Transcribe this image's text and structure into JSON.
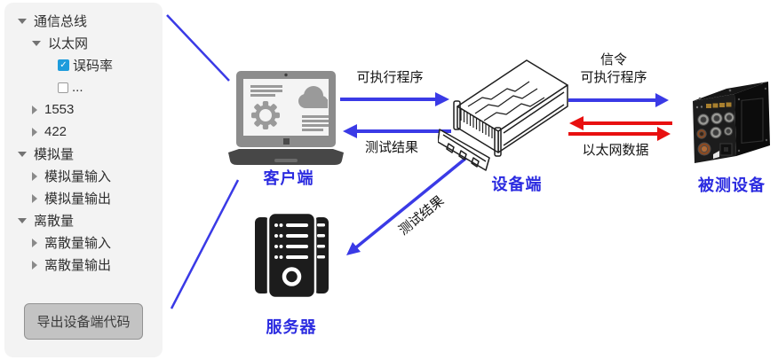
{
  "sidebar": {
    "tree": [
      {
        "label": "通信总线",
        "level": 0,
        "state": "expanded"
      },
      {
        "label": "以太网",
        "level": 1,
        "state": "expanded"
      },
      {
        "label": "误码率",
        "level": 2,
        "state": "checked"
      },
      {
        "label": "...",
        "level": 2,
        "state": "unchecked"
      },
      {
        "label": "1553",
        "level": 1,
        "state": "collapsed"
      },
      {
        "label": "422",
        "level": 1,
        "state": "collapsed"
      },
      {
        "label": "模拟量",
        "level": 0,
        "state": "expanded"
      },
      {
        "label": "模拟量输入",
        "level": 1,
        "state": "collapsed"
      },
      {
        "label": "模拟量输出",
        "level": 1,
        "state": "collapsed"
      },
      {
        "label": "离散量",
        "level": 0,
        "state": "expanded"
      },
      {
        "label": "离散量输入",
        "level": 1,
        "state": "collapsed"
      },
      {
        "label": "离散量输出",
        "level": 1,
        "state": "collapsed"
      }
    ],
    "export_button": "导出设备端代码"
  },
  "diagram": {
    "nodes": {
      "client": "客户端",
      "device": "设备端",
      "dut": "被测设备",
      "server": "服务器"
    },
    "flows": {
      "client_to_device": "可执行程序",
      "device_to_client": "测试结果",
      "device_to_dut_line1": "信令",
      "device_to_dut_line2": "可执行程序",
      "dut_ethernet": "以太网数据",
      "device_to_server": "测试结果"
    },
    "colors": {
      "control_flow_blue": "#3a3ae6",
      "data_flow_red": "#e81010",
      "node_label_blue": "#2b2be0",
      "checkbox_blue": "#1e9cdc"
    }
  }
}
